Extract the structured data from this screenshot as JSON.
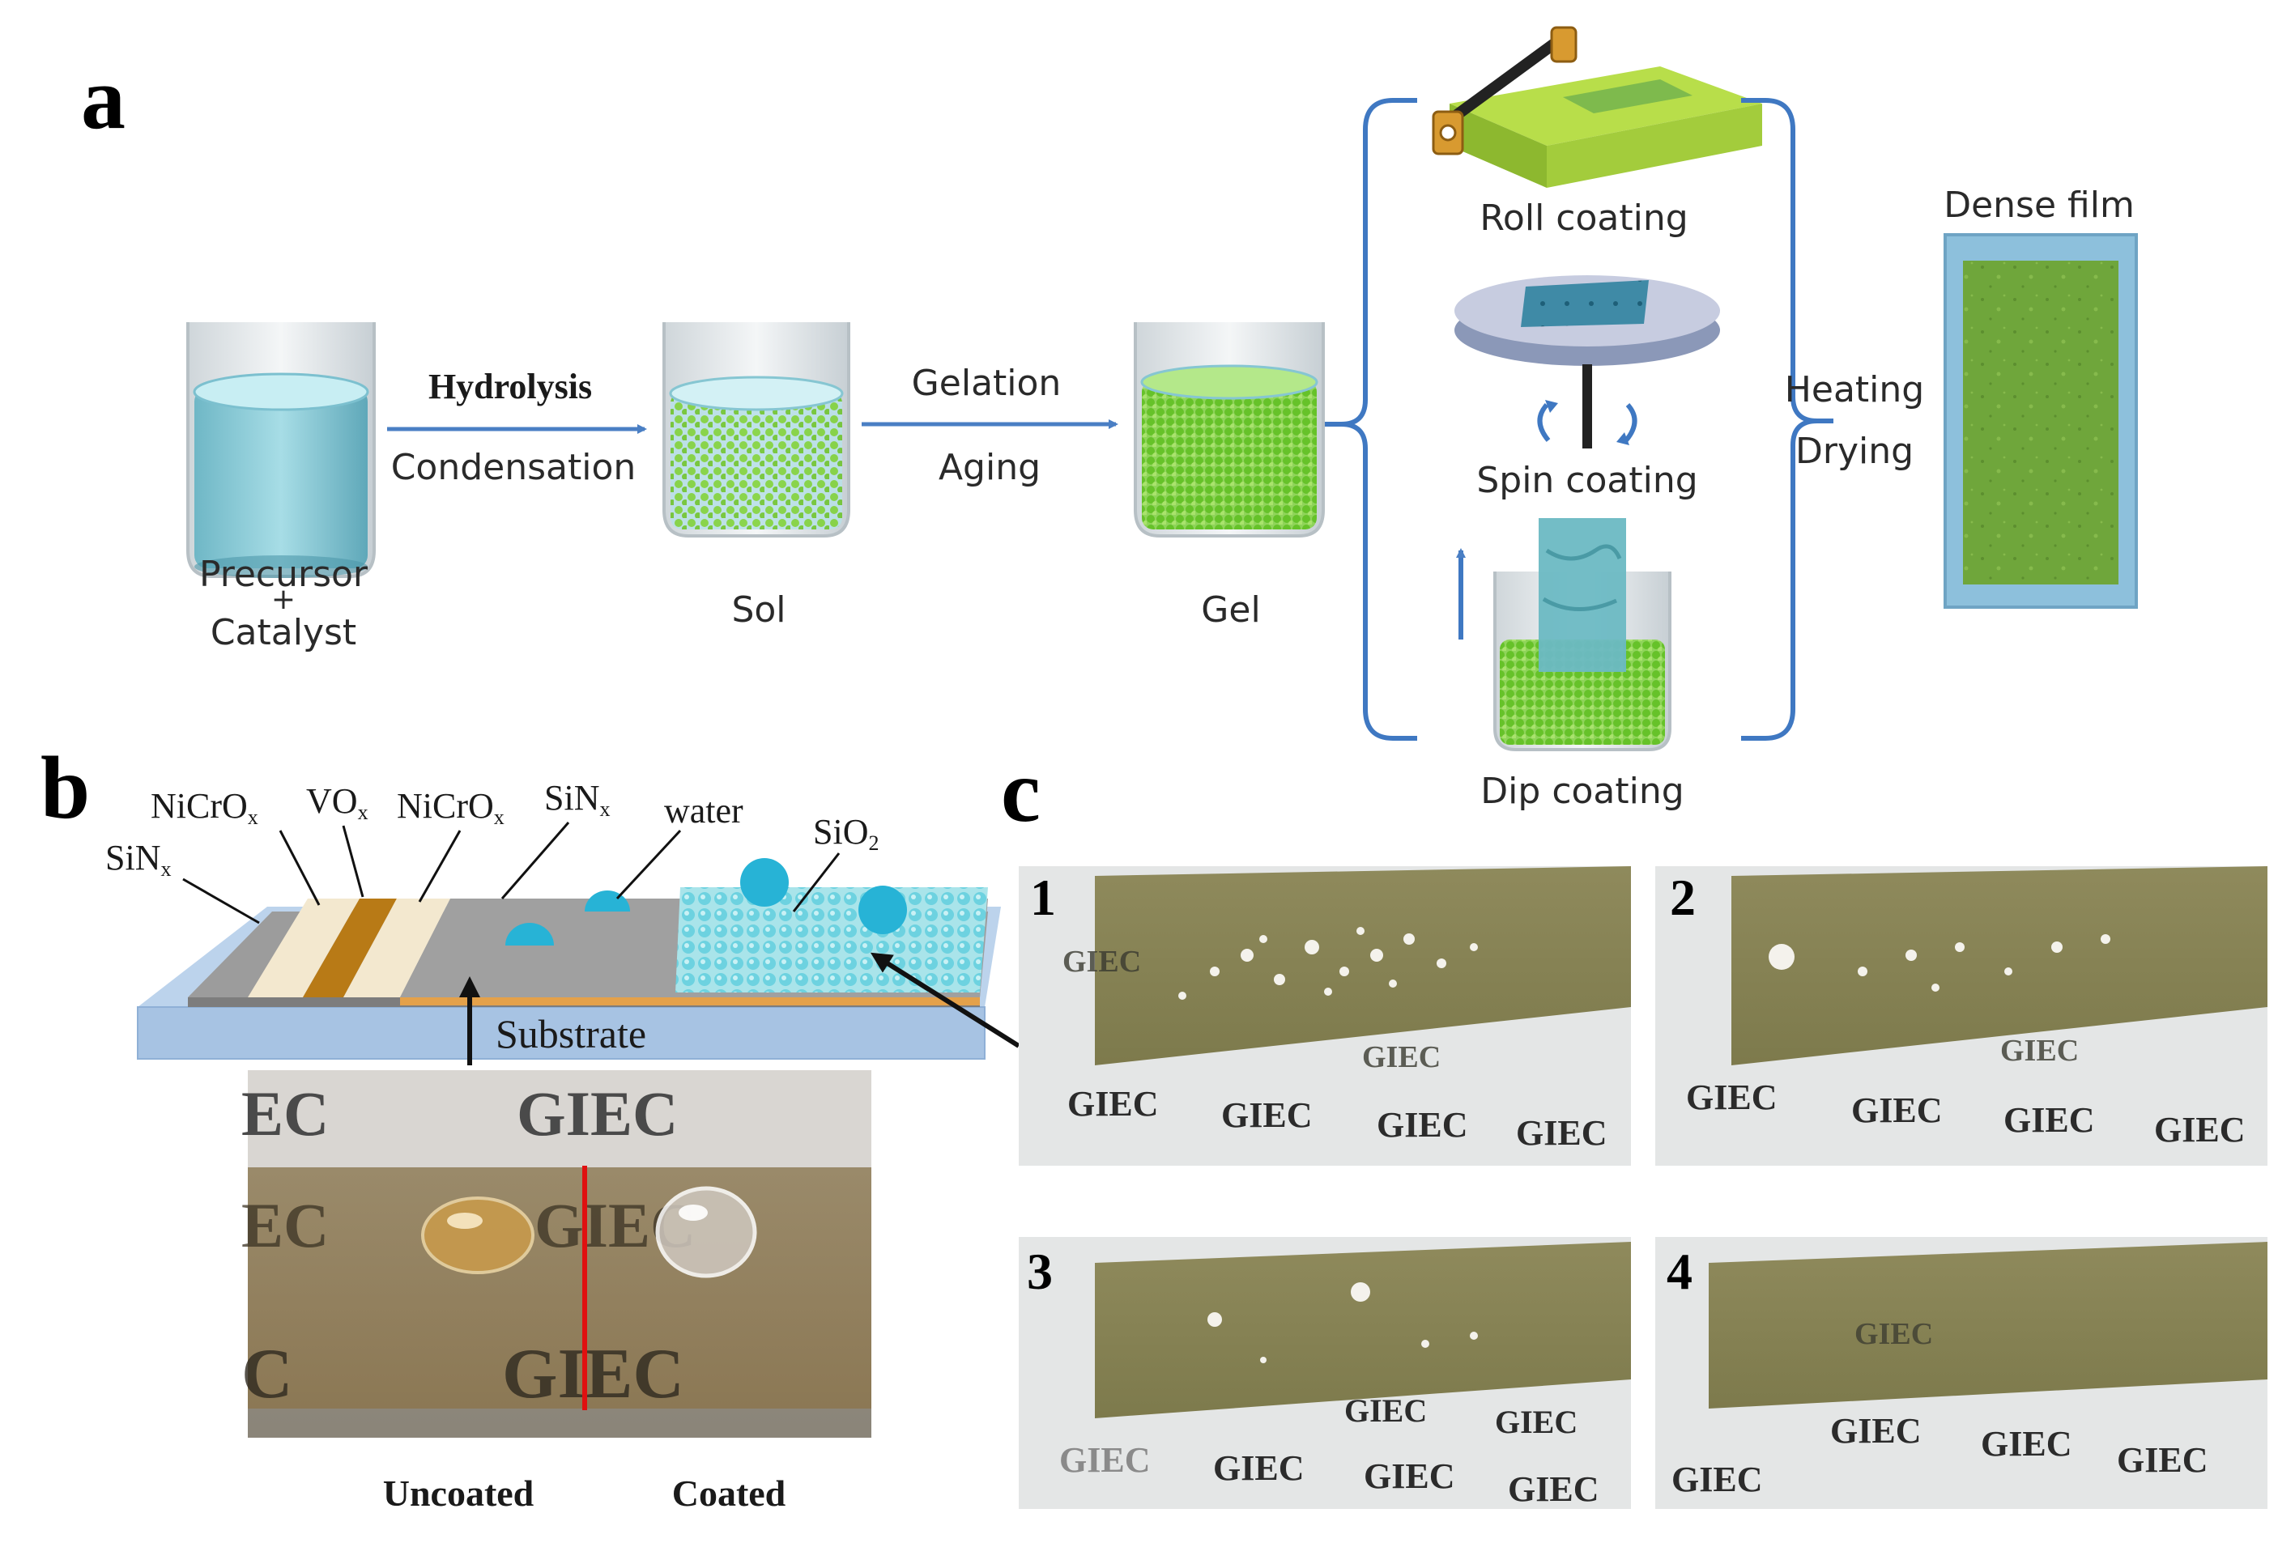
{
  "panels": {
    "a": "a",
    "b": "b",
    "c": "c"
  },
  "panel_a": {
    "precursor": [
      "Precursor",
      "+",
      "Catalyst"
    ],
    "step1": {
      "top": "Hydrolysis",
      "bottom": "Condensation"
    },
    "sol": "Sol",
    "step2": {
      "top": "Gelation",
      "bottom": "Aging"
    },
    "gel": "Gel",
    "methods": [
      "Roll coating",
      "Spin coating",
      "Dip coating"
    ],
    "step3": {
      "top": "Heating",
      "bottom": "Drying"
    },
    "result": "Dense film"
  },
  "panel_b": {
    "layers": {
      "sinx_left": "SiN",
      "sinx_left_sub": "x",
      "nicrox_1": "NiCrO",
      "nicrox_1_sub": "x",
      "vox": "VO",
      "vox_sub": "x",
      "nicrox_2": "NiCrO",
      "nicrox_2_sub": "x",
      "sinx_top": "SiN",
      "sinx_top_sub": "x",
      "water": "water",
      "sio2": "SiO",
      "sio2_sub": "2"
    },
    "substrate": "Substrate",
    "photo_text": {
      "top_left": "EC",
      "top_right": "GIEC",
      "mid_left": "EC",
      "mid_right": "GIEC",
      "bottom_left": "C",
      "bottom_right": "GIEC"
    },
    "captions": {
      "left": "Uncoated",
      "right": "Coated"
    }
  },
  "panel_c": {
    "photo_numbers": [
      "1",
      "2",
      "3",
      "4"
    ],
    "watermark": "GIEC"
  },
  "colors": {
    "arrow": "#4a7fc4",
    "bracket": "#3f78c2",
    "water": "#5ec9dd",
    "droplet": "#27b3d6",
    "gel_sphere": "#7fd23a",
    "film_green": "#6ea33c",
    "film_border": "#8dc0dc",
    "red_line": "#e01010"
  }
}
